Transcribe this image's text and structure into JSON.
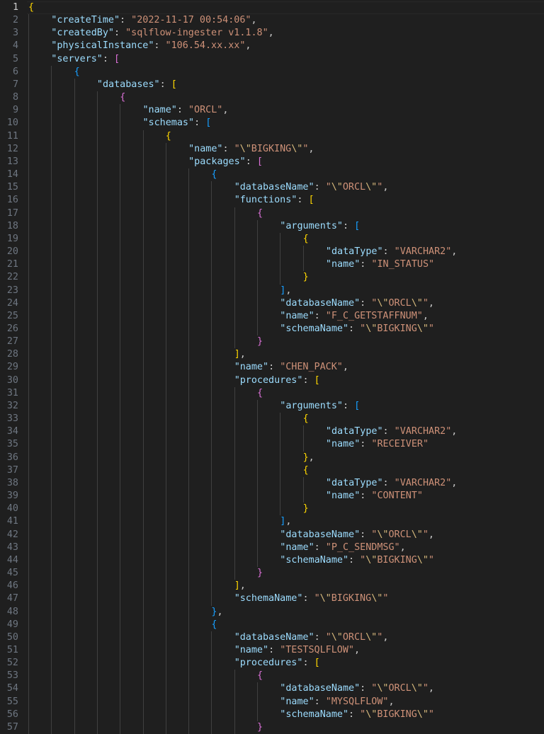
{
  "editor": {
    "language": "json",
    "current_line": 1,
    "colors": {
      "background": "#1f1f1f",
      "key": "#9cdcfe",
      "string": "#ce9178",
      "escape": "#d7ba7d",
      "punctuation": "#cccccc",
      "line_number": "#6e7681",
      "bracket_levels": [
        "#ffd700",
        "#da70d6",
        "#179fff"
      ]
    },
    "lines": [
      {
        "n": 1,
        "indent": 0,
        "tokens": [
          [
            "b",
            "{",
            0
          ]
        ]
      },
      {
        "n": 2,
        "indent": 1,
        "tokens": [
          [
            "k",
            "\"createTime\""
          ],
          [
            "p",
            ": "
          ],
          [
            "s",
            "\"2022-11-17 00:54:06\""
          ],
          [
            "p",
            ","
          ]
        ]
      },
      {
        "n": 3,
        "indent": 1,
        "tokens": [
          [
            "k",
            "\"createdBy\""
          ],
          [
            "p",
            ": "
          ],
          [
            "s",
            "\"sqlflow-ingester v1.1.8\""
          ],
          [
            "p",
            ","
          ]
        ]
      },
      {
        "n": 4,
        "indent": 1,
        "tokens": [
          [
            "k",
            "\"physicalInstance\""
          ],
          [
            "p",
            ": "
          ],
          [
            "s",
            "\"106.54.xx.xx\""
          ],
          [
            "p",
            ","
          ]
        ]
      },
      {
        "n": 5,
        "indent": 1,
        "tokens": [
          [
            "k",
            "\"servers\""
          ],
          [
            "p",
            ": "
          ],
          [
            "b",
            "[",
            1
          ]
        ]
      },
      {
        "n": 6,
        "indent": 2,
        "tokens": [
          [
            "b",
            "{",
            2
          ]
        ]
      },
      {
        "n": 7,
        "indent": 3,
        "tokens": [
          [
            "k",
            "\"databases\""
          ],
          [
            "p",
            ": "
          ],
          [
            "b",
            "[",
            0
          ]
        ]
      },
      {
        "n": 8,
        "indent": 4,
        "tokens": [
          [
            "b",
            "{",
            1
          ]
        ]
      },
      {
        "n": 9,
        "indent": 5,
        "tokens": [
          [
            "k",
            "\"name\""
          ],
          [
            "p",
            ": "
          ],
          [
            "s",
            "\"ORCL\""
          ],
          [
            "p",
            ","
          ]
        ]
      },
      {
        "n": 10,
        "indent": 5,
        "tokens": [
          [
            "k",
            "\"schemas\""
          ],
          [
            "p",
            ": "
          ],
          [
            "b",
            "[",
            2
          ]
        ]
      },
      {
        "n": 11,
        "indent": 6,
        "tokens": [
          [
            "b",
            "{",
            0
          ]
        ]
      },
      {
        "n": 12,
        "indent": 7,
        "tokens": [
          [
            "k",
            "\"name\""
          ],
          [
            "p",
            ": "
          ],
          [
            "s",
            "\""
          ],
          [
            "e",
            "\\\""
          ],
          [
            "s",
            "BIGKING"
          ],
          [
            "e",
            "\\\""
          ],
          [
            "s",
            "\""
          ],
          [
            "p",
            ","
          ]
        ]
      },
      {
        "n": 13,
        "indent": 7,
        "tokens": [
          [
            "k",
            "\"packages\""
          ],
          [
            "p",
            ": "
          ],
          [
            "b",
            "[",
            1
          ]
        ]
      },
      {
        "n": 14,
        "indent": 8,
        "tokens": [
          [
            "b",
            "{",
            2
          ]
        ]
      },
      {
        "n": 15,
        "indent": 9,
        "tokens": [
          [
            "k",
            "\"databaseName\""
          ],
          [
            "p",
            ": "
          ],
          [
            "s",
            "\""
          ],
          [
            "e",
            "\\\""
          ],
          [
            "s",
            "ORCL"
          ],
          [
            "e",
            "\\\""
          ],
          [
            "s",
            "\""
          ],
          [
            "p",
            ","
          ]
        ]
      },
      {
        "n": 16,
        "indent": 9,
        "tokens": [
          [
            "k",
            "\"functions\""
          ],
          [
            "p",
            ": "
          ],
          [
            "b",
            "[",
            0
          ]
        ]
      },
      {
        "n": 17,
        "indent": 10,
        "tokens": [
          [
            "b",
            "{",
            1
          ]
        ]
      },
      {
        "n": 18,
        "indent": 11,
        "tokens": [
          [
            "k",
            "\"arguments\""
          ],
          [
            "p",
            ": "
          ],
          [
            "b",
            "[",
            2
          ]
        ]
      },
      {
        "n": 19,
        "indent": 12,
        "tokens": [
          [
            "b",
            "{",
            0
          ]
        ]
      },
      {
        "n": 20,
        "indent": 13,
        "tokens": [
          [
            "k",
            "\"dataType\""
          ],
          [
            "p",
            ": "
          ],
          [
            "s",
            "\"VARCHAR2\""
          ],
          [
            "p",
            ","
          ]
        ]
      },
      {
        "n": 21,
        "indent": 13,
        "tokens": [
          [
            "k",
            "\"name\""
          ],
          [
            "p",
            ": "
          ],
          [
            "s",
            "\"IN_STATUS\""
          ]
        ]
      },
      {
        "n": 22,
        "indent": 12,
        "tokens": [
          [
            "b",
            "}",
            0
          ]
        ]
      },
      {
        "n": 23,
        "indent": 11,
        "tokens": [
          [
            "b",
            "]",
            2
          ],
          [
            "p",
            ","
          ]
        ]
      },
      {
        "n": 24,
        "indent": 11,
        "tokens": [
          [
            "k",
            "\"databaseName\""
          ],
          [
            "p",
            ": "
          ],
          [
            "s",
            "\""
          ],
          [
            "e",
            "\\\""
          ],
          [
            "s",
            "ORCL"
          ],
          [
            "e",
            "\\\""
          ],
          [
            "s",
            "\""
          ],
          [
            "p",
            ","
          ]
        ]
      },
      {
        "n": 25,
        "indent": 11,
        "tokens": [
          [
            "k",
            "\"name\""
          ],
          [
            "p",
            ": "
          ],
          [
            "s",
            "\"F_C_GETSTAFFNUM\""
          ],
          [
            "p",
            ","
          ]
        ]
      },
      {
        "n": 26,
        "indent": 11,
        "tokens": [
          [
            "k",
            "\"schemaName\""
          ],
          [
            "p",
            ": "
          ],
          [
            "s",
            "\""
          ],
          [
            "e",
            "\\\""
          ],
          [
            "s",
            "BIGKING"
          ],
          [
            "e",
            "\\\""
          ],
          [
            "s",
            "\""
          ]
        ]
      },
      {
        "n": 27,
        "indent": 10,
        "tokens": [
          [
            "b",
            "}",
            1
          ]
        ]
      },
      {
        "n": 28,
        "indent": 9,
        "tokens": [
          [
            "b",
            "]",
            0
          ],
          [
            "p",
            ","
          ]
        ]
      },
      {
        "n": 29,
        "indent": 9,
        "tokens": [
          [
            "k",
            "\"name\""
          ],
          [
            "p",
            ": "
          ],
          [
            "s",
            "\"CHEN_PACK\""
          ],
          [
            "p",
            ","
          ]
        ]
      },
      {
        "n": 30,
        "indent": 9,
        "tokens": [
          [
            "k",
            "\"procedures\""
          ],
          [
            "p",
            ": "
          ],
          [
            "b",
            "[",
            0
          ]
        ]
      },
      {
        "n": 31,
        "indent": 10,
        "tokens": [
          [
            "b",
            "{",
            1
          ]
        ]
      },
      {
        "n": 32,
        "indent": 11,
        "tokens": [
          [
            "k",
            "\"arguments\""
          ],
          [
            "p",
            ": "
          ],
          [
            "b",
            "[",
            2
          ]
        ]
      },
      {
        "n": 33,
        "indent": 12,
        "tokens": [
          [
            "b",
            "{",
            0
          ]
        ]
      },
      {
        "n": 34,
        "indent": 13,
        "tokens": [
          [
            "k",
            "\"dataType\""
          ],
          [
            "p",
            ": "
          ],
          [
            "s",
            "\"VARCHAR2\""
          ],
          [
            "p",
            ","
          ]
        ]
      },
      {
        "n": 35,
        "indent": 13,
        "tokens": [
          [
            "k",
            "\"name\""
          ],
          [
            "p",
            ": "
          ],
          [
            "s",
            "\"RECEIVER\""
          ]
        ]
      },
      {
        "n": 36,
        "indent": 12,
        "tokens": [
          [
            "b",
            "}",
            0
          ],
          [
            "p",
            ","
          ]
        ]
      },
      {
        "n": 37,
        "indent": 12,
        "tokens": [
          [
            "b",
            "{",
            0
          ]
        ]
      },
      {
        "n": 38,
        "indent": 13,
        "tokens": [
          [
            "k",
            "\"dataType\""
          ],
          [
            "p",
            ": "
          ],
          [
            "s",
            "\"VARCHAR2\""
          ],
          [
            "p",
            ","
          ]
        ]
      },
      {
        "n": 39,
        "indent": 13,
        "tokens": [
          [
            "k",
            "\"name\""
          ],
          [
            "p",
            ": "
          ],
          [
            "s",
            "\"CONTENT\""
          ]
        ]
      },
      {
        "n": 40,
        "indent": 12,
        "tokens": [
          [
            "b",
            "}",
            0
          ]
        ]
      },
      {
        "n": 41,
        "indent": 11,
        "tokens": [
          [
            "b",
            "]",
            2
          ],
          [
            "p",
            ","
          ]
        ]
      },
      {
        "n": 42,
        "indent": 11,
        "tokens": [
          [
            "k",
            "\"databaseName\""
          ],
          [
            "p",
            ": "
          ],
          [
            "s",
            "\""
          ],
          [
            "e",
            "\\\""
          ],
          [
            "s",
            "ORCL"
          ],
          [
            "e",
            "\\\""
          ],
          [
            "s",
            "\""
          ],
          [
            "p",
            ","
          ]
        ]
      },
      {
        "n": 43,
        "indent": 11,
        "tokens": [
          [
            "k",
            "\"name\""
          ],
          [
            "p",
            ": "
          ],
          [
            "s",
            "\"P_C_SENDMSG\""
          ],
          [
            "p",
            ","
          ]
        ]
      },
      {
        "n": 44,
        "indent": 11,
        "tokens": [
          [
            "k",
            "\"schemaName\""
          ],
          [
            "p",
            ": "
          ],
          [
            "s",
            "\""
          ],
          [
            "e",
            "\\\""
          ],
          [
            "s",
            "BIGKING"
          ],
          [
            "e",
            "\\\""
          ],
          [
            "s",
            "\""
          ]
        ]
      },
      {
        "n": 45,
        "indent": 10,
        "tokens": [
          [
            "b",
            "}",
            1
          ]
        ]
      },
      {
        "n": 46,
        "indent": 9,
        "tokens": [
          [
            "b",
            "]",
            0
          ],
          [
            "p",
            ","
          ]
        ]
      },
      {
        "n": 47,
        "indent": 9,
        "tokens": [
          [
            "k",
            "\"schemaName\""
          ],
          [
            "p",
            ": "
          ],
          [
            "s",
            "\""
          ],
          [
            "e",
            "\\\""
          ],
          [
            "s",
            "BIGKING"
          ],
          [
            "e",
            "\\\""
          ],
          [
            "s",
            "\""
          ]
        ]
      },
      {
        "n": 48,
        "indent": 8,
        "tokens": [
          [
            "b",
            "}",
            2
          ],
          [
            "p",
            ","
          ]
        ]
      },
      {
        "n": 49,
        "indent": 8,
        "tokens": [
          [
            "b",
            "{",
            2
          ]
        ]
      },
      {
        "n": 50,
        "indent": 9,
        "tokens": [
          [
            "k",
            "\"databaseName\""
          ],
          [
            "p",
            ": "
          ],
          [
            "s",
            "\""
          ],
          [
            "e",
            "\\\""
          ],
          [
            "s",
            "ORCL"
          ],
          [
            "e",
            "\\\""
          ],
          [
            "s",
            "\""
          ],
          [
            "p",
            ","
          ]
        ]
      },
      {
        "n": 51,
        "indent": 9,
        "tokens": [
          [
            "k",
            "\"name\""
          ],
          [
            "p",
            ": "
          ],
          [
            "s",
            "\"TESTSQLFLOW\""
          ],
          [
            "p",
            ","
          ]
        ]
      },
      {
        "n": 52,
        "indent": 9,
        "tokens": [
          [
            "k",
            "\"procedures\""
          ],
          [
            "p",
            ": "
          ],
          [
            "b",
            "[",
            0
          ]
        ]
      },
      {
        "n": 53,
        "indent": 10,
        "tokens": [
          [
            "b",
            "{",
            1
          ]
        ]
      },
      {
        "n": 54,
        "indent": 11,
        "tokens": [
          [
            "k",
            "\"databaseName\""
          ],
          [
            "p",
            ": "
          ],
          [
            "s",
            "\""
          ],
          [
            "e",
            "\\\""
          ],
          [
            "s",
            "ORCL"
          ],
          [
            "e",
            "\\\""
          ],
          [
            "s",
            "\""
          ],
          [
            "p",
            ","
          ]
        ]
      },
      {
        "n": 55,
        "indent": 11,
        "tokens": [
          [
            "k",
            "\"name\""
          ],
          [
            "p",
            ": "
          ],
          [
            "s",
            "\"MYSQLFLOW\""
          ],
          [
            "p",
            ","
          ]
        ]
      },
      {
        "n": 56,
        "indent": 11,
        "tokens": [
          [
            "k",
            "\"schemaName\""
          ],
          [
            "p",
            ": "
          ],
          [
            "s",
            "\""
          ],
          [
            "e",
            "\\\""
          ],
          [
            "s",
            "BIGKING"
          ],
          [
            "e",
            "\\\""
          ],
          [
            "s",
            "\""
          ]
        ]
      },
      {
        "n": 57,
        "indent": 10,
        "tokens": [
          [
            "b",
            "}",
            1
          ]
        ]
      }
    ]
  }
}
